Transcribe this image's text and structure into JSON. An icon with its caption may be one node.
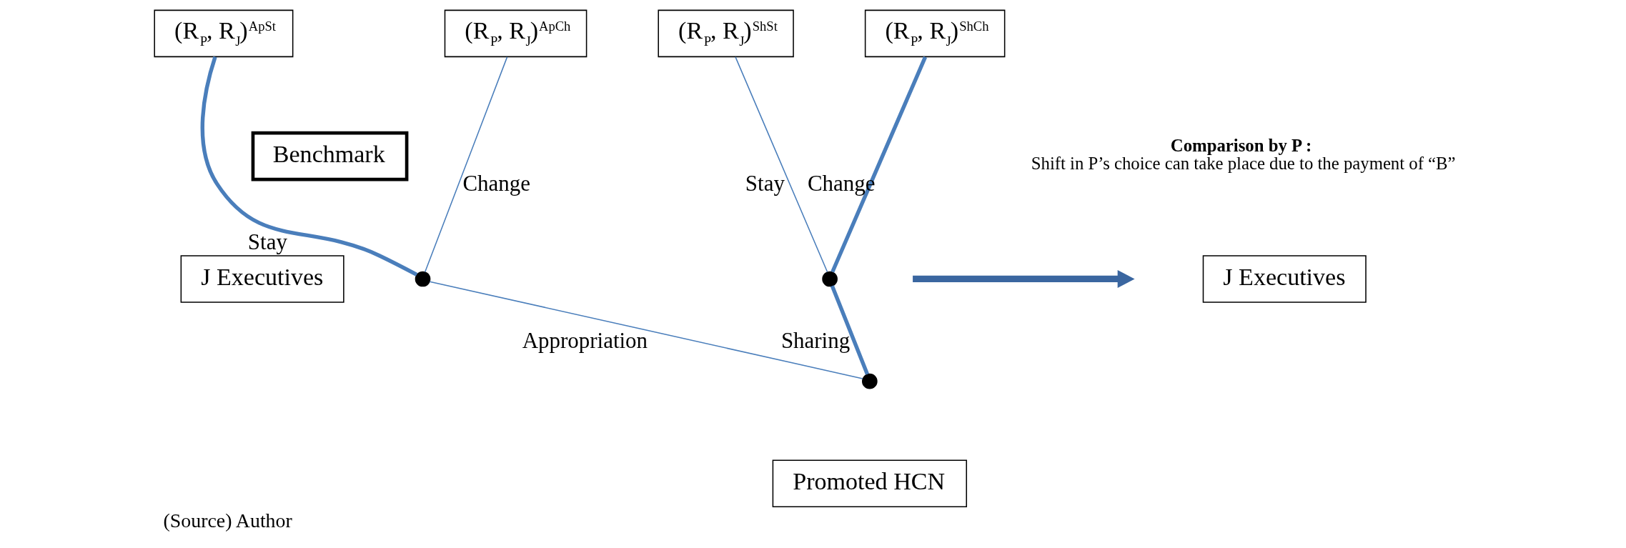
{
  "diagram": {
    "caption": "(Source) Author",
    "nodes": [
      {
        "text": [
          "(R$_{P}$, R$_{J}$)$^{ApSt}$"
        ]
      },
      {
        "text": [
          "(R$_{P}$, R$_{J}$)$^{ApCh}$"
        ]
      },
      {
        "text": [
          "(R$_{P}$, R$_{J}$)$^{ShSt}$"
        ]
      },
      {
        "text": [
          "(R$_{P}$, R$_{J}$)$^{ShCh}$"
        ]
      },
      {
        "text": [
          "Benchmark"
        ]
      },
      {
        "text": [],
        "shape": "circle"
      },
      {
        "text": [
          "J Executives"
        ]
      },
      {
        "text": [],
        "shape": "circle"
      },
      {
        "text": [
          "J Executives"
        ]
      },
      {
        "text": [],
        "shape": "circle"
      },
      {
        "text": [
          "Promoted HCN"
        ]
      }
    ],
    "edges": [
      {
        "from": 9,
        "to": 5,
        "arrow": "none",
        "label": "Appropriation"
      },
      {
        "from": 9,
        "to": 7,
        "arrow": "none",
        "label": "Sharing",
        "style": "thick"
      },
      {
        "from": 5,
        "to": 0,
        "arrow": "none",
        "label": "Stay",
        "style": "thick"
      },
      {
        "from": 5,
        "to": 1,
        "arrow": "none",
        "label": "Change"
      },
      {
        "from": 7,
        "to": 2,
        "arrow": "none",
        "label": "Stay"
      },
      {
        "from": 7,
        "to": 3,
        "arrow": "none",
        "label": "Change",
        "style": "thick"
      }
    ],
    "labels": [
      "**Comparison by P :** Shift in P’s choice can take place due to the payment of “B”"
    ]
  }
}
